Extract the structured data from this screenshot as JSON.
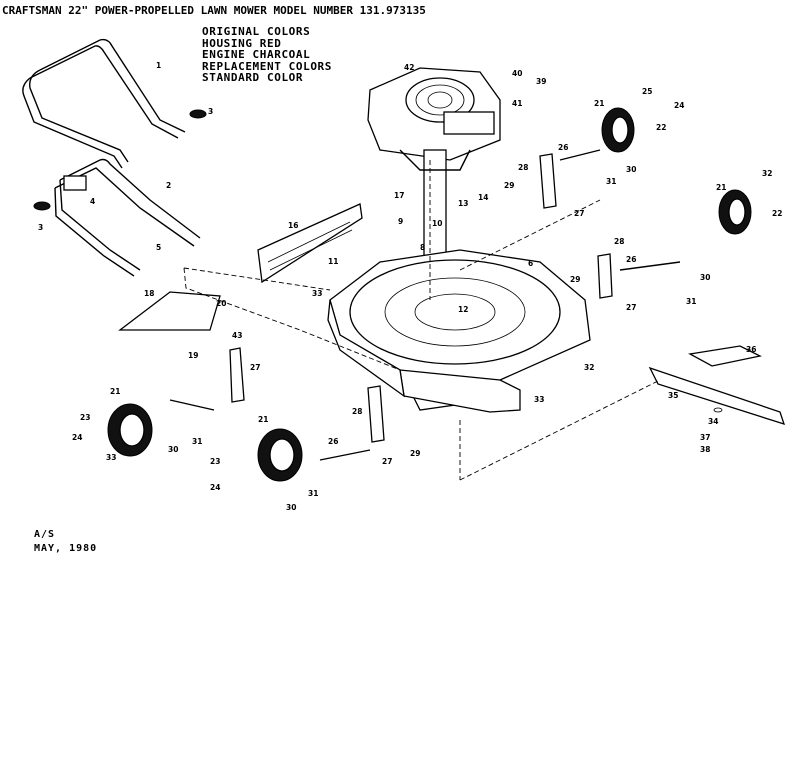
{
  "header": {
    "title": "CRAFTSMAN 22\" POWER-PROPELLED LAWN MOWER MODEL NUMBER 131.973135"
  },
  "color_legend": {
    "lines": [
      "ORIGINAL COLORS",
      "HOUSING RED",
      "ENGINE  CHARCOAL",
      "REPLACEMENT COLORS",
      "STANDARD COLOR"
    ]
  },
  "footer": {
    "lines": [
      "A/S",
      "MAY, 1980"
    ]
  },
  "callouts": {
    "c1": "1",
    "c2": "2",
    "c3a": "3",
    "c3b": "3",
    "c4": "4",
    "c5": "5",
    "c6": "6",
    "c8": "8",
    "c9": "9",
    "c10": "10",
    "c11": "11",
    "c13": "13",
    "c14": "14",
    "c16": "16",
    "c17": "17",
    "c18": "18",
    "c19": "19",
    "c20a": "20",
    "c21a": "21",
    "c21b": "21",
    "c21c": "21",
    "c21d": "21",
    "c22a": "22",
    "c22b": "22",
    "c23a": "23",
    "c23b": "23",
    "c24a": "24",
    "c24b": "24",
    "c24c": "24",
    "c25": "25",
    "c26a": "26",
    "c26b": "26",
    "c26c": "26",
    "c27a": "27",
    "c27b": "27",
    "c27c": "27",
    "c27d": "27",
    "c28a": "28",
    "c28b": "28",
    "c28c": "28",
    "c29a": "29",
    "c29b": "29",
    "c29c": "29",
    "c30a": "30",
    "c30b": "30",
    "c30c": "30",
    "c30d": "30",
    "c31a": "31",
    "c31b": "31",
    "c31c": "31",
    "c31d": "31",
    "c32a": "32",
    "c32b": "32",
    "c33a": "33",
    "c33b": "33",
    "c33c": "33",
    "c34": "34",
    "c35": "35",
    "c36": "36",
    "c37": "37",
    "c38": "38",
    "c39": "39",
    "c40": "40",
    "c41": "41",
    "c42": "42",
    "c43": "43",
    "c12": "12"
  }
}
